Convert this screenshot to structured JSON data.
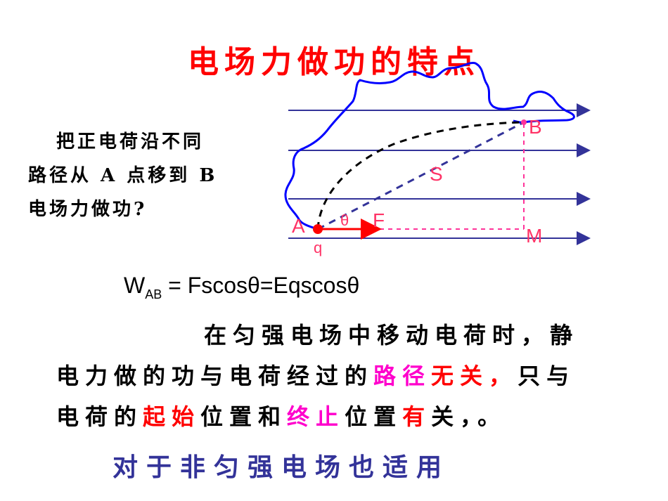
{
  "title": "电场力做功的特点",
  "question": {
    "line1": "把正电荷沿不同",
    "line2": "路径从 A 点移到 B",
    "line3": "电场力做功?"
  },
  "diagram": {
    "label_A": "A",
    "label_B": "B",
    "label_M": "M",
    "label_S": "S",
    "label_F": "F",
    "label_theta": "θ",
    "label_q": "q",
    "colors": {
      "field_lines": "#333399",
      "boundary": "#0000ff",
      "force_arrow": "#ff0000",
      "labels": "#ff3366",
      "dashed_helpers": "#ff3399"
    }
  },
  "formula": {
    "lhs_main": "W",
    "lhs_sub": "AB",
    "rhs": " = Fscosθ=Eqscosθ"
  },
  "paragraph": {
    "line1": "在匀强电场中移动电荷时，静",
    "line2_a": "电力做的功与电荷经过的",
    "line2_b": "路径",
    "line2_c": "无关",
    "line2_d": "，",
    "line2_e": "只与",
    "line3_a": "电荷的",
    "line3_b": "起始",
    "line3_c": "位置和",
    "line3_d": "终止",
    "line3_e": "位置",
    "line3_f": "有",
    "line3_g": "关，。"
  },
  "footer": "对于非匀强电场也适用"
}
